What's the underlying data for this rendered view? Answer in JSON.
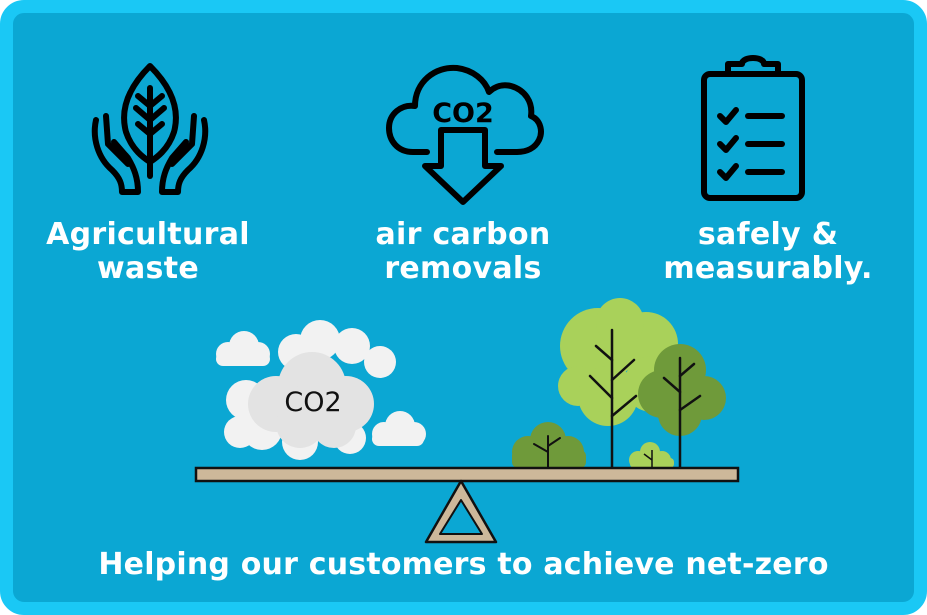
{
  "features": [
    {
      "icon": "hands-holding-leaf-icon",
      "line1": "Agricultural",
      "line2": "waste"
    },
    {
      "icon": "cloud-co2-down-arrow-icon",
      "line1": "air carbon",
      "line2": "removals",
      "icon_text": "CO2"
    },
    {
      "icon": "clipboard-checklist-icon",
      "line1": "safely &",
      "line2": "measurably."
    }
  ],
  "scene": {
    "cloud_text": "CO2",
    "left_side": "co2-clouds",
    "right_side": "trees"
  },
  "footer": "Helping our customers to achieve net-zero",
  "colors": {
    "border": "#1ac8f5",
    "background": "#0ba7d3",
    "text": "#ffffff",
    "cloud": "#e6e6e6",
    "tree_light": "#a9d15a",
    "tree_dark": "#6f9a3a",
    "beam": "#cdb89a"
  }
}
